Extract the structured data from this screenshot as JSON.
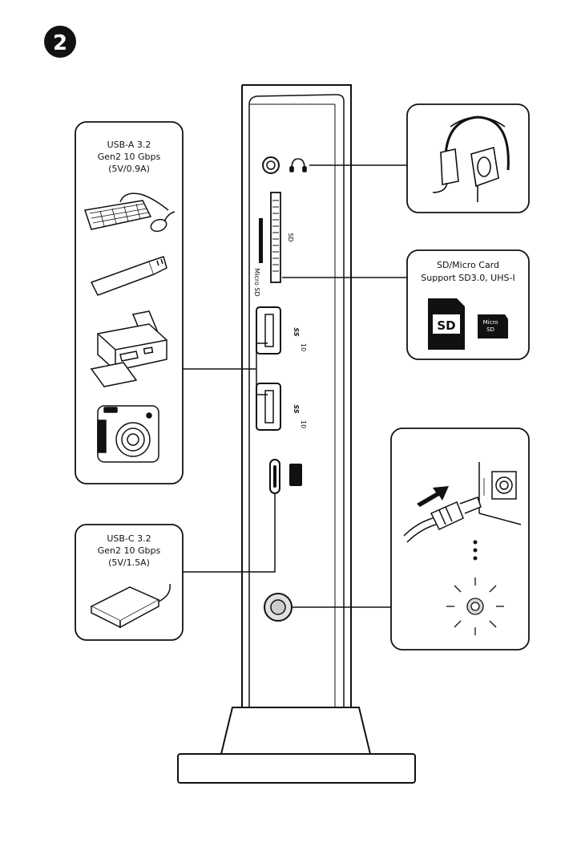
{
  "step": "2",
  "panels": {
    "usb_a": {
      "line1": "USB-A 3.2",
      "line2": "Gen2 10 Gbps",
      "line3": "(5V/0.9A)"
    },
    "usb_c": {
      "line1": "USB-C 3.2",
      "line2": "Gen2 10 Gbps",
      "line3": "(5V/1.5A)"
    },
    "sd_card": {
      "line1": "SD/Micro Card",
      "line2": "Support SD3.0, UHS-I",
      "sd_label": "SD",
      "micro_label_1": "Micro",
      "micro_label_2": "SD"
    }
  },
  "ports": {
    "sd_label": "SD",
    "microsd_label": "Micro SD",
    "ss_label": "SS",
    "ss_sub": "10"
  },
  "icons": {
    "usb_a_devices": [
      "keyboard-mouse-icon",
      "usb-flash-drive-icon",
      "printer-icon",
      "camera-icon"
    ],
    "usb_c_devices": [
      "external-drive-icon"
    ],
    "audio": "headset-icon",
    "power": [
      "power-plug-icon",
      "power-led-icon"
    ]
  }
}
